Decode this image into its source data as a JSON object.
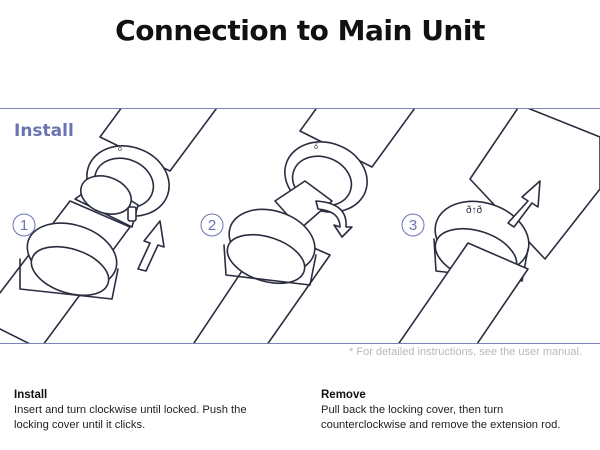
{
  "title": "Connection to Main Unit",
  "panel": {
    "install_label": "Install",
    "steps": [
      "1",
      "2",
      "3"
    ]
  },
  "footnote": "* For detailed instructions, see the user manual.",
  "instructions": {
    "install": {
      "heading": "Install",
      "text": "Insert and turn clockwise until locked. Push the locking cover until it clicks."
    },
    "remove": {
      "heading": "Remove",
      "text": "Pull back the locking cover, then turn counterclockwise and remove the extension rod."
    }
  },
  "colors": {
    "accent": "#6b74b3",
    "line": "#2a2d3f",
    "panel_border": "#7b83b8"
  }
}
